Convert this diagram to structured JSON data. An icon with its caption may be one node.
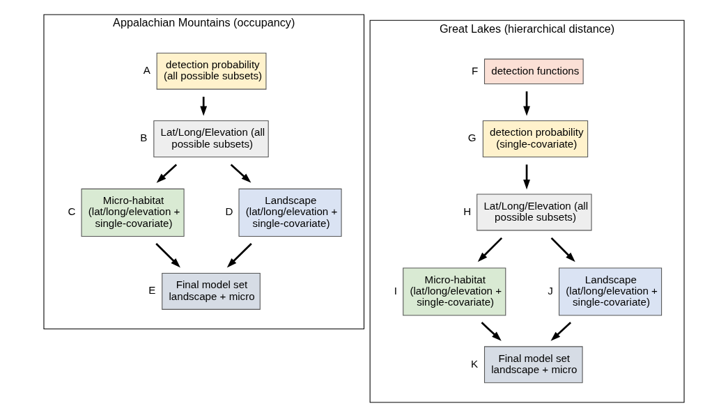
{
  "diagram": {
    "nodes": [
      {
        "text": [
          "Appalachian Mountains (occupancy)"
        ]
      },
      {
        "text": [
          "detection probability (all possible subsets)"
        ],
        "beside": [
          "A"
        ],
        "in": 0
      },
      {
        "text": [
          "Lat/Long/Elevation (all possible subsets)"
        ],
        "beside": [
          "B"
        ],
        "in": 0
      },
      {
        "text": [
          "Micro-habitat (lat/long/elevation + single-covariate)"
        ],
        "beside": [
          "C"
        ],
        "in": 0
      },
      {
        "text": [
          "Landscape (lat/long/elevation + single-covariate)"
        ],
        "beside": [
          "D"
        ],
        "in": 0
      },
      {
        "text": [
          "Final model set landscape + micro"
        ],
        "beside": [
          "E"
        ],
        "in": 0
      },
      {
        "text": [
          "Great Lakes (hierarchical distance)"
        ]
      },
      {
        "text": [
          "detection functions"
        ],
        "beside": [
          "F"
        ],
        "in": 6
      },
      {
        "text": [
          "detection probability (single-covariate)"
        ],
        "beside": [
          "G"
        ],
        "in": 6
      },
      {
        "text": [
          "Lat/Long/Elevation (all possible subsets)"
        ],
        "beside": [
          "H"
        ],
        "in": 6
      },
      {
        "text": [
          "Micro-habitat (lat/long/elevation + single-covariate)"
        ],
        "beside": [
          "I"
        ],
        "in": 6
      },
      {
        "text": [
          "Landscape (lat/long/elevation + single-covariate)"
        ],
        "beside": [
          "J"
        ],
        "in": 6
      },
      {
        "text": [
          "Final model set landscape + micro"
        ],
        "beside": [
          "K"
        ],
        "in": 6
      }
    ],
    "edges": [
      {
        "from": 1,
        "to": 2,
        "arrow": "to"
      },
      {
        "from": 2,
        "to": 3,
        "arrow": "to"
      },
      {
        "from": 2,
        "to": 4,
        "arrow": "to"
      },
      {
        "from": 3,
        "to": 5,
        "arrow": "to"
      },
      {
        "from": 4,
        "to": 5,
        "arrow": "to"
      },
      {
        "from": 7,
        "to": 8,
        "arrow": "to"
      },
      {
        "from": 8,
        "to": 9,
        "arrow": "to"
      },
      {
        "from": 9,
        "to": 10,
        "arrow": "to"
      },
      {
        "from": 9,
        "to": 11,
        "arrow": "to"
      },
      {
        "from": 10,
        "to": 12,
        "arrow": "to"
      },
      {
        "from": 11,
        "to": 12,
        "arrow": "to"
      }
    ]
  }
}
